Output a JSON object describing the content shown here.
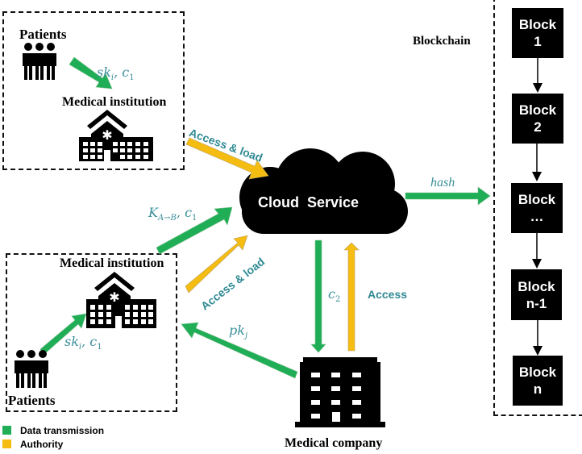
{
  "colors": {
    "data_transmission": "#1fae56",
    "authority": "#f5bd12",
    "label_teal": "#2f8a93",
    "node": "#000000"
  },
  "top_left_group": {
    "patients_label": "Patients",
    "institution_label": "Medical institution",
    "edge_label": "sk_i, c_1",
    "edge_label_main": "sk",
    "edge_label_sub": "i",
    "edge_label_rest": ", c",
    "edge_label_sub2": "1"
  },
  "bottom_left_group": {
    "patients_label": "Patients",
    "institution_label": "Medical institution",
    "edge_label_main": "sk",
    "edge_label_sub": "i",
    "edge_label_rest": ", c",
    "edge_label_sub2": "1"
  },
  "cloud": {
    "label": "Cloud  Service"
  },
  "edges": {
    "access_load_top": "Access & load",
    "access_load_bottom": "Access & load",
    "k_label_main": "K",
    "k_label_sub": "A→B",
    "k_label_rest": ", c",
    "k_label_sub2": "1",
    "hash": "hash",
    "c2_main": "c",
    "c2_sub": "2",
    "access": "Access",
    "pk_main": "pk",
    "pk_sub": "j"
  },
  "company": {
    "label": "Medical company"
  },
  "blockchain": {
    "title": "Blockchain",
    "blocks": [
      {
        "line1": "Block",
        "line2": "1"
      },
      {
        "line1": "Block",
        "line2": "2"
      },
      {
        "line1": "Block",
        "line2": "…"
      },
      {
        "line1": "Block",
        "line2": "n-1"
      },
      {
        "line1": "Block",
        "line2": "n"
      }
    ]
  },
  "legend": [
    {
      "label": "Data transmission",
      "color": "#1fae56"
    },
    {
      "label": "Authority",
      "color": "#f5bd12"
    }
  ]
}
